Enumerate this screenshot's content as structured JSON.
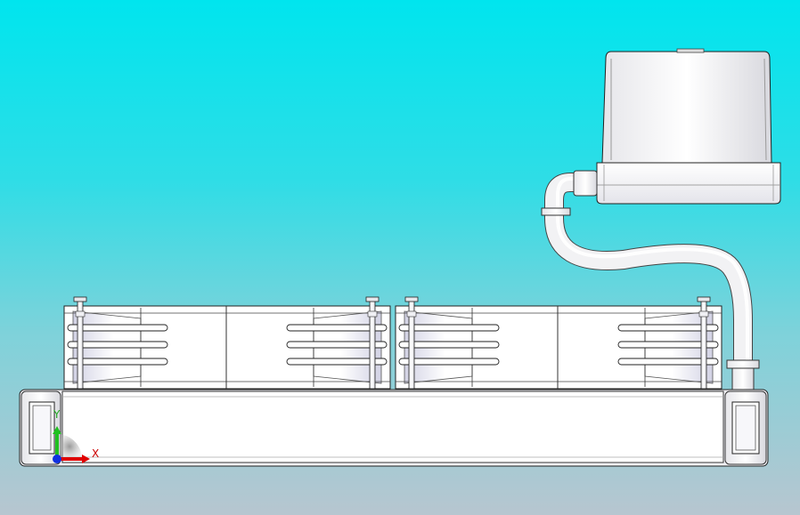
{
  "viewport": {
    "background_top": "#00e5ee",
    "background_bottom": "#b7c6d0"
  },
  "model": {
    "parts": [
      "radiator",
      "fan-1",
      "fan-2",
      "reservoir-pump",
      "coolant-tube"
    ],
    "fan_count": 2
  },
  "triad": {
    "x_label": "X",
    "y_label": "Y",
    "x_color": "#e00000",
    "y_color": "#20c020",
    "z_color": "#1030e0"
  }
}
